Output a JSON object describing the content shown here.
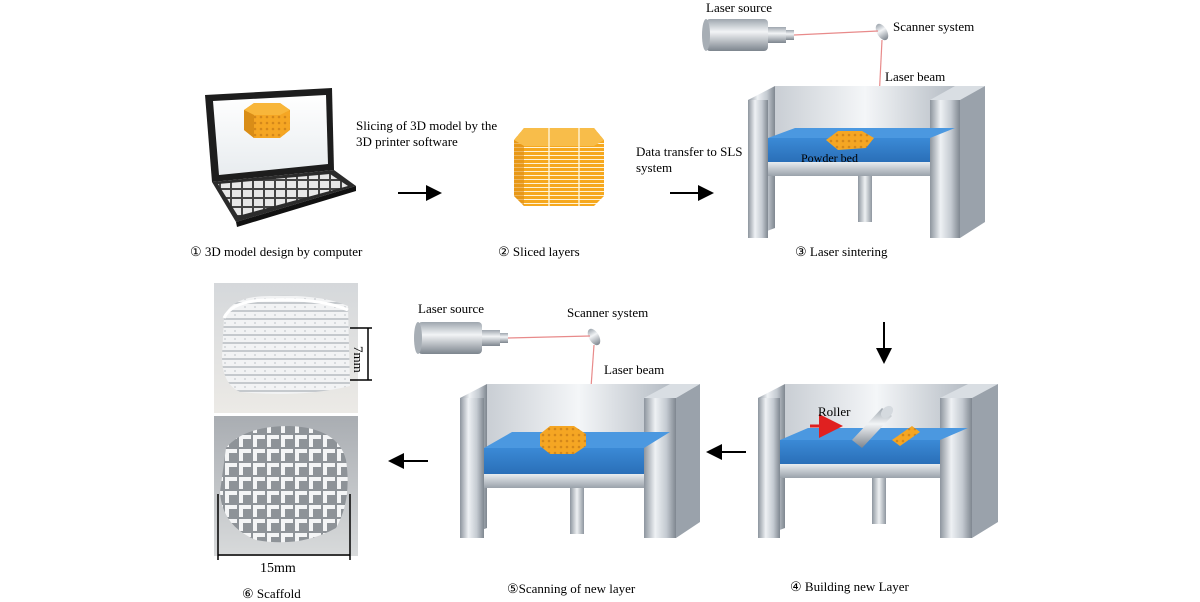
{
  "steps": {
    "design": "① 3D model  design  by computer",
    "sliced": "②   Sliced  layers",
    "laser_sintering": "③ Laser  sintering",
    "building": "④ Building new Layer",
    "scanning": "⑤Scanning  of new layer",
    "scaffold": "⑥ Scaffold"
  },
  "annotations": {
    "slicing": "Slicing of 3D model by the 3D printer software",
    "data_transfer": "Data transfer to SLS system",
    "laser_source": "Laser  source",
    "scanner_system": "Scanner system",
    "laser_beam": "Laser beam",
    "powder_bed": "Powder bed",
    "laser_source_2": "Laser source",
    "scanner_system_2": "Scanner system",
    "laser_beam_2": "Laser beam",
    "roller": "Roller",
    "height_dim": "7mm",
    "width_dim": "15mm"
  },
  "colors": {
    "powder_bed": "#2f7fcf",
    "part": "#f5a623",
    "metal": "#b9c0c8",
    "laser": "#e88a8a",
    "roller_arrow": "#e02020"
  }
}
